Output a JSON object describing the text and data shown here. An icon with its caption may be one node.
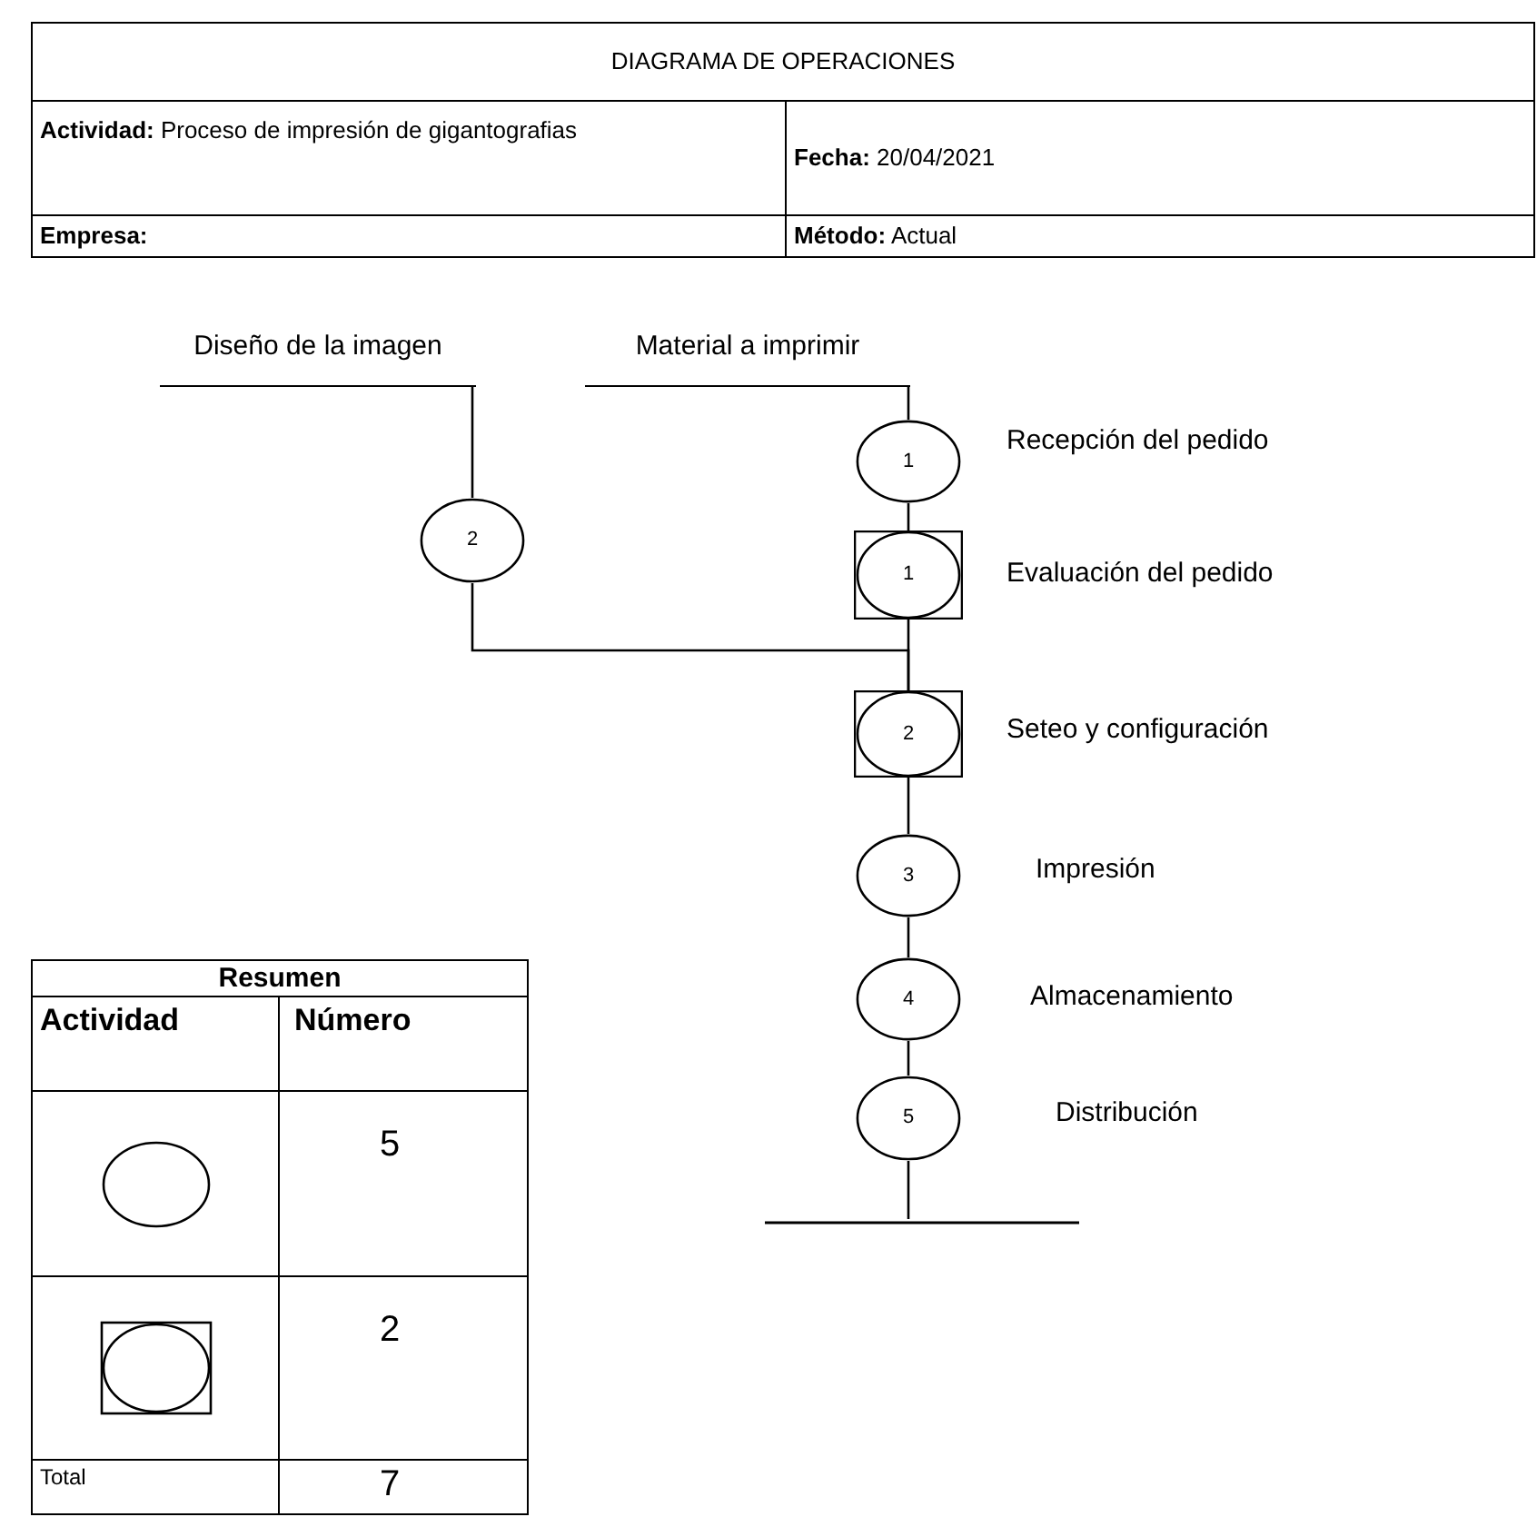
{
  "diagram": {
    "title": "DIAGRAMA DE OPERACIONES",
    "nodes": [
      {
        "text": [
          "Diseño de la imagen"
        ]
      },
      {
        "text": [
          "Material a imprimir"
        ]
      },
      {
        "text": [
          "1"
        ],
        "beside": [
          "Recepción del pedido"
        ]
      },
      {
        "text": [
          "2"
        ]
      },
      {
        "text": [
          "1"
        ],
        "beside": [
          "Evaluación del pedido"
        ]
      },
      {
        "text": [
          "2"
        ],
        "beside": [
          "Seteo y configuración"
        ]
      },
      {
        "text": [
          "3"
        ],
        "beside": [
          "Impresión"
        ]
      },
      {
        "text": [
          "4"
        ],
        "beside": [
          "Almacenamiento"
        ]
      },
      {
        "text": [
          "5"
        ],
        "beside": [
          "Distribución"
        ]
      },
      {
        "text": [],
        "shape": "bar"
      }
    ],
    "edges": [
      {
        "from": 0,
        "to": 3,
        "arrow": "none"
      },
      {
        "from": 1,
        "to": 2,
        "arrow": "none"
      },
      {
        "from": 2,
        "to": 4,
        "arrow": "none"
      },
      {
        "from": 3,
        "to": 5,
        "arrow": "none"
      },
      {
        "from": 4,
        "to": 5,
        "arrow": "none"
      },
      {
        "from": 5,
        "to": 6,
        "arrow": "none"
      },
      {
        "from": 6,
        "to": 7,
        "arrow": "none"
      },
      {
        "from": 7,
        "to": 8,
        "arrow": "none"
      },
      {
        "from": 8,
        "to": 9,
        "arrow": "none"
      }
    ],
    "labels": [
      "**Actividad:** Proceso de impresión de gigantografias",
      "**Fecha:** 20/04/2021",
      "**Empresa:**",
      "**Método:** Actual",
      "Resumen",
      "Actividad",
      "Número",
      "5",
      "2",
      "Total",
      "7"
    ]
  }
}
